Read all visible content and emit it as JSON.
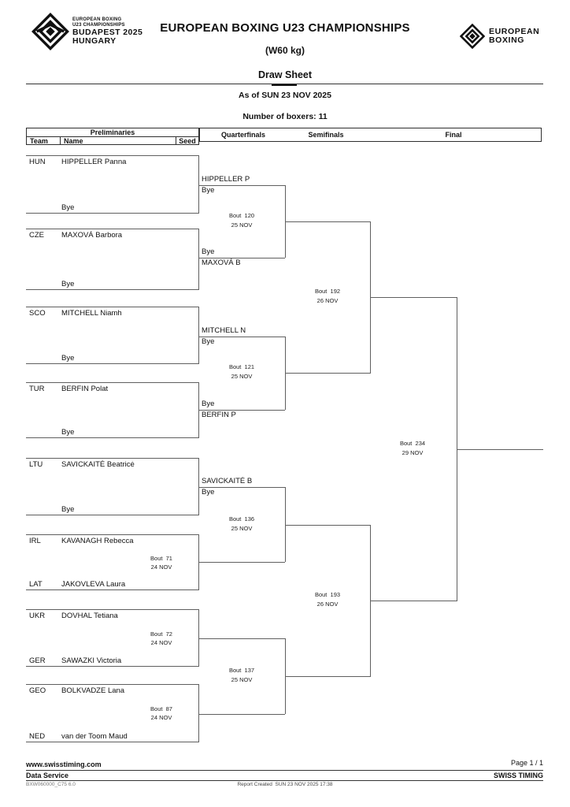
{
  "header": {
    "title": "EUROPEAN BOXING U23 CHAMPIONSHIPS",
    "weight_class": "(W60 kg)",
    "sheet_type": "Draw Sheet",
    "as_of": "As of SUN 23 NOV 2025",
    "num_boxers": "Number of boxers: 11",
    "left_logo": {
      "line1": "EUROPEAN BOXING",
      "line2": "U23 CHAMPIONSHIPS",
      "line3": "BUDAPEST 2025",
      "line4": "HUNGARY"
    },
    "right_logo": {
      "line1": "EUROPEAN",
      "line2": "BOXING"
    }
  },
  "columns": {
    "preliminaries": "Preliminaries",
    "team": "Team",
    "name": "Name",
    "seed": "Seed",
    "quarterfinals": "Quarterfinals",
    "semifinals": "Semifinals",
    "final": "Final"
  },
  "pairs": [
    {
      "team1": "HUN",
      "name1": "HIPPELLER Panna",
      "team2": "",
      "name2": "Bye",
      "bout": "",
      "date": ""
    },
    {
      "team1": "CZE",
      "name1": "MAXOVÁ Barbora",
      "team2": "",
      "name2": "Bye",
      "bout": "",
      "date": ""
    },
    {
      "team1": "SCO",
      "name1": "MITCHELL Niamh",
      "team2": "",
      "name2": "Bye",
      "bout": "",
      "date": ""
    },
    {
      "team1": "TUR",
      "name1": "BERFIN Polat",
      "team2": "",
      "name2": "Bye",
      "bout": "",
      "date": ""
    },
    {
      "team1": "LTU",
      "name1": "SAVICKAITĖ Beatricė",
      "team2": "",
      "name2": "Bye",
      "bout": "",
      "date": ""
    },
    {
      "team1": "IRL",
      "name1": "KAVANAGH Rebecca",
      "team2": "LAT",
      "name2": "JAKOVLEVA Laura",
      "bout": "Bout  71",
      "date": "24 NOV"
    },
    {
      "team1": "UKR",
      "name1": "DOVHAL Tetiana",
      "team2": "GER",
      "name2": "SAWAZKI Victoria",
      "bout": "Bout  72",
      "date": "24 NOV"
    },
    {
      "team1": "GEO",
      "name1": "BOLKVADZE Lana",
      "team2": "NED",
      "name2": "van der Toom Maud",
      "bout": "Bout  87",
      "date": "24 NOV"
    }
  ],
  "quarterfinals": [
    {
      "top": "HIPPELLER P",
      "top_sub": "Bye",
      "bottom": "Bye",
      "bottom_sub": "MAXOVÁ B",
      "bout": "Bout  120",
      "date": "25 NOV"
    },
    {
      "top": "MITCHELL N",
      "top_sub": "Bye",
      "bottom": "Bye",
      "bottom_sub": "BERFIN P",
      "bout": "Bout  121",
      "date": "25 NOV"
    },
    {
      "top": "SAVICKAITĖ B",
      "top_sub": "Bye",
      "bout": "Bout  136",
      "date": "25 NOV"
    },
    {
      "bout": "Bout  137",
      "date": "25 NOV"
    }
  ],
  "semifinals": [
    {
      "bout": "Bout  192",
      "date": "26 NOV"
    },
    {
      "bout": "Bout  193",
      "date": "26 NOV"
    }
  ],
  "final": {
    "bout": "Bout  234",
    "date": "29 NOV"
  },
  "footer": {
    "website": "www.swisstiming.com",
    "page": "Page 1 / 1",
    "service": "Data Service",
    "brand": "SWISS TIMING",
    "code": "BXW060000_C75 6.0",
    "report": "Report Created  SUN 23 NOV 2025 17:38"
  }
}
